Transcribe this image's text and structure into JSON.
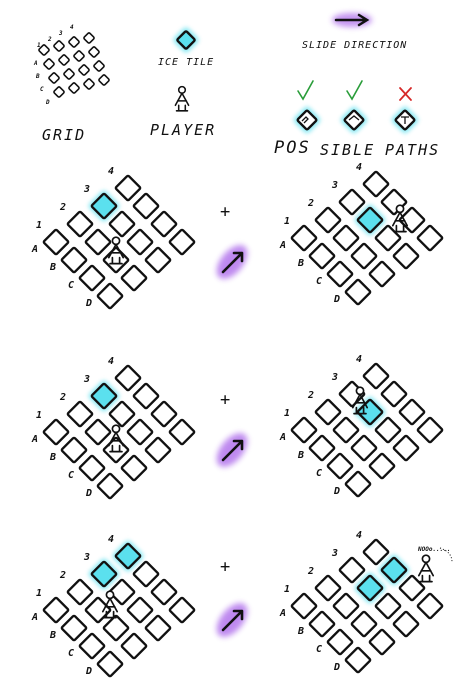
{
  "legend": {
    "grid": {
      "label": "GRID",
      "row_labels": [
        "A",
        "B",
        "C",
        "D"
      ],
      "col_labels": [
        "1",
        "2",
        "3",
        "4"
      ]
    },
    "ice_tile": {
      "label": "ICE TILE",
      "color": "#5be0ee",
      "icon": "ice-tile-icon"
    },
    "player": {
      "label": "PLAYER",
      "icon": "player-stick-figure-icon"
    },
    "slide_direction": {
      "label": "SLIDE DIRECTION",
      "color": "#8a2be2",
      "icon": "purple-arrow-icon"
    },
    "possible_paths": {
      "label_parts": [
        "POS",
        "SIBLE",
        "PATHS"
      ],
      "items": [
        {
          "mark": "✓",
          "mark_color": "#2a9d3a",
          "icon": "path-straight-icon"
        },
        {
          "mark": "✓",
          "mark_color": "#2a9d3a",
          "icon": "path-turn-icon"
        },
        {
          "mark": "×",
          "mark_color": "#d62828",
          "icon": "path-blocked-icon"
        }
      ]
    }
  },
  "row_labels": [
    "A",
    "B",
    "C",
    "D"
  ],
  "col_labels": [
    "1",
    "2",
    "3",
    "4"
  ],
  "operator_symbol": "+",
  "final_exclaim": "NOOo....."
}
